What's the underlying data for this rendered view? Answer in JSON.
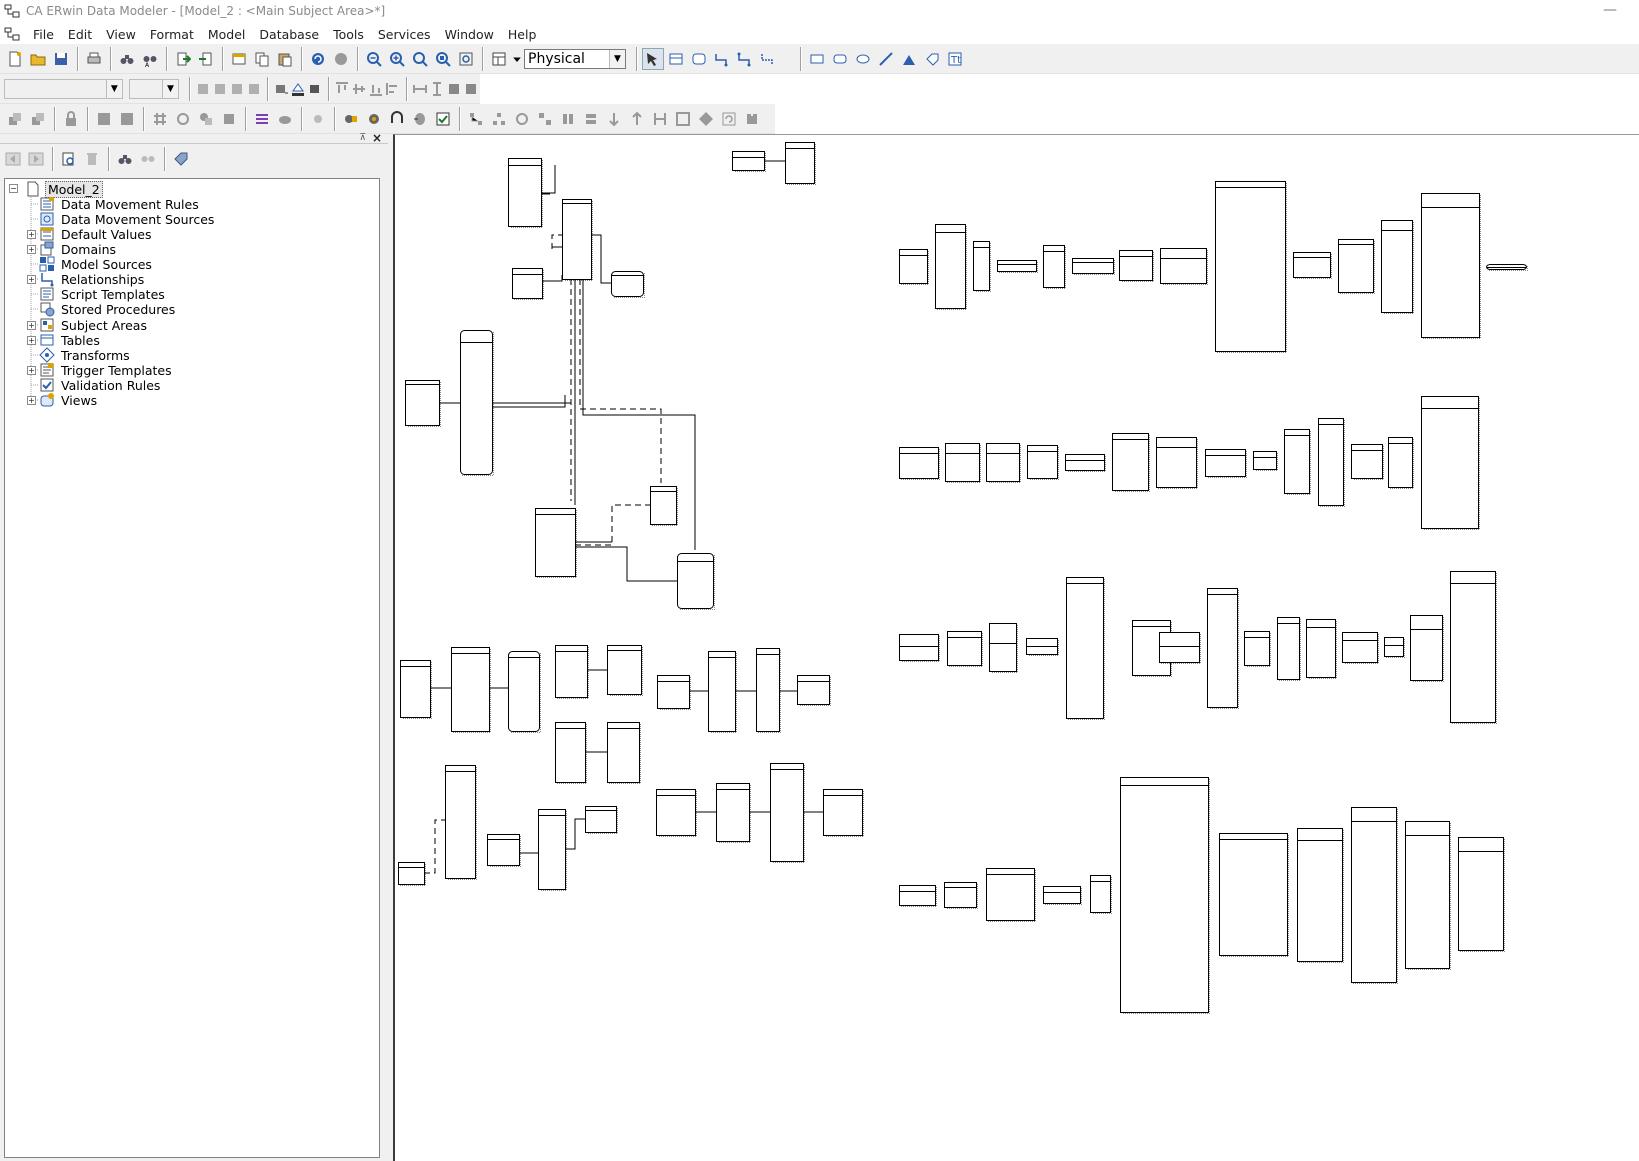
{
  "window": {
    "title": "CA ERwin Data Modeler - [Model_2 : <Main Subject Area>*]",
    "minimize_glyph": "—"
  },
  "menubar": {
    "items": [
      "File",
      "Edit",
      "View",
      "Format",
      "Model",
      "Database",
      "Tools",
      "Services",
      "Window",
      "Help"
    ]
  },
  "toolbar": {
    "view_mode": "Physical",
    "font_name": "",
    "font_size": ""
  },
  "model_explorer": {
    "root": "Model_2",
    "items": [
      {
        "label": "Data Movement Rules",
        "icon": "data-movement-rules-icon",
        "expandable": false
      },
      {
        "label": "Data Movement Sources",
        "icon": "data-movement-sources-icon",
        "expandable": false
      },
      {
        "label": "Default Values",
        "icon": "default-values-icon",
        "expandable": true
      },
      {
        "label": "Domains",
        "icon": "domains-icon",
        "expandable": true
      },
      {
        "label": "Model Sources",
        "icon": "model-sources-icon",
        "expandable": false
      },
      {
        "label": "Relationships",
        "icon": "relationships-icon",
        "expandable": true
      },
      {
        "label": "Script Templates",
        "icon": "script-templates-icon",
        "expandable": false
      },
      {
        "label": "Stored Procedures",
        "icon": "stored-procedures-icon",
        "expandable": false
      },
      {
        "label": "Subject Areas",
        "icon": "subject-areas-icon",
        "expandable": true
      },
      {
        "label": "Tables",
        "icon": "tables-icon",
        "expandable": true
      },
      {
        "label": "Transforms",
        "icon": "transforms-icon",
        "expandable": false
      },
      {
        "label": "Trigger Templates",
        "icon": "trigger-templates-icon",
        "expandable": true
      },
      {
        "label": "Validation Rules",
        "icon": "validation-rules-icon",
        "expandable": false
      },
      {
        "label": "Views",
        "icon": "views-icon",
        "expandable": true
      }
    ]
  },
  "colors": {
    "toolbar_bg": "#f0f0f0",
    "canvas_bg": "#ffffff",
    "entity_border": "#000000",
    "icon_blue": "#2a5fb0",
    "icon_gold": "#d9a400"
  }
}
